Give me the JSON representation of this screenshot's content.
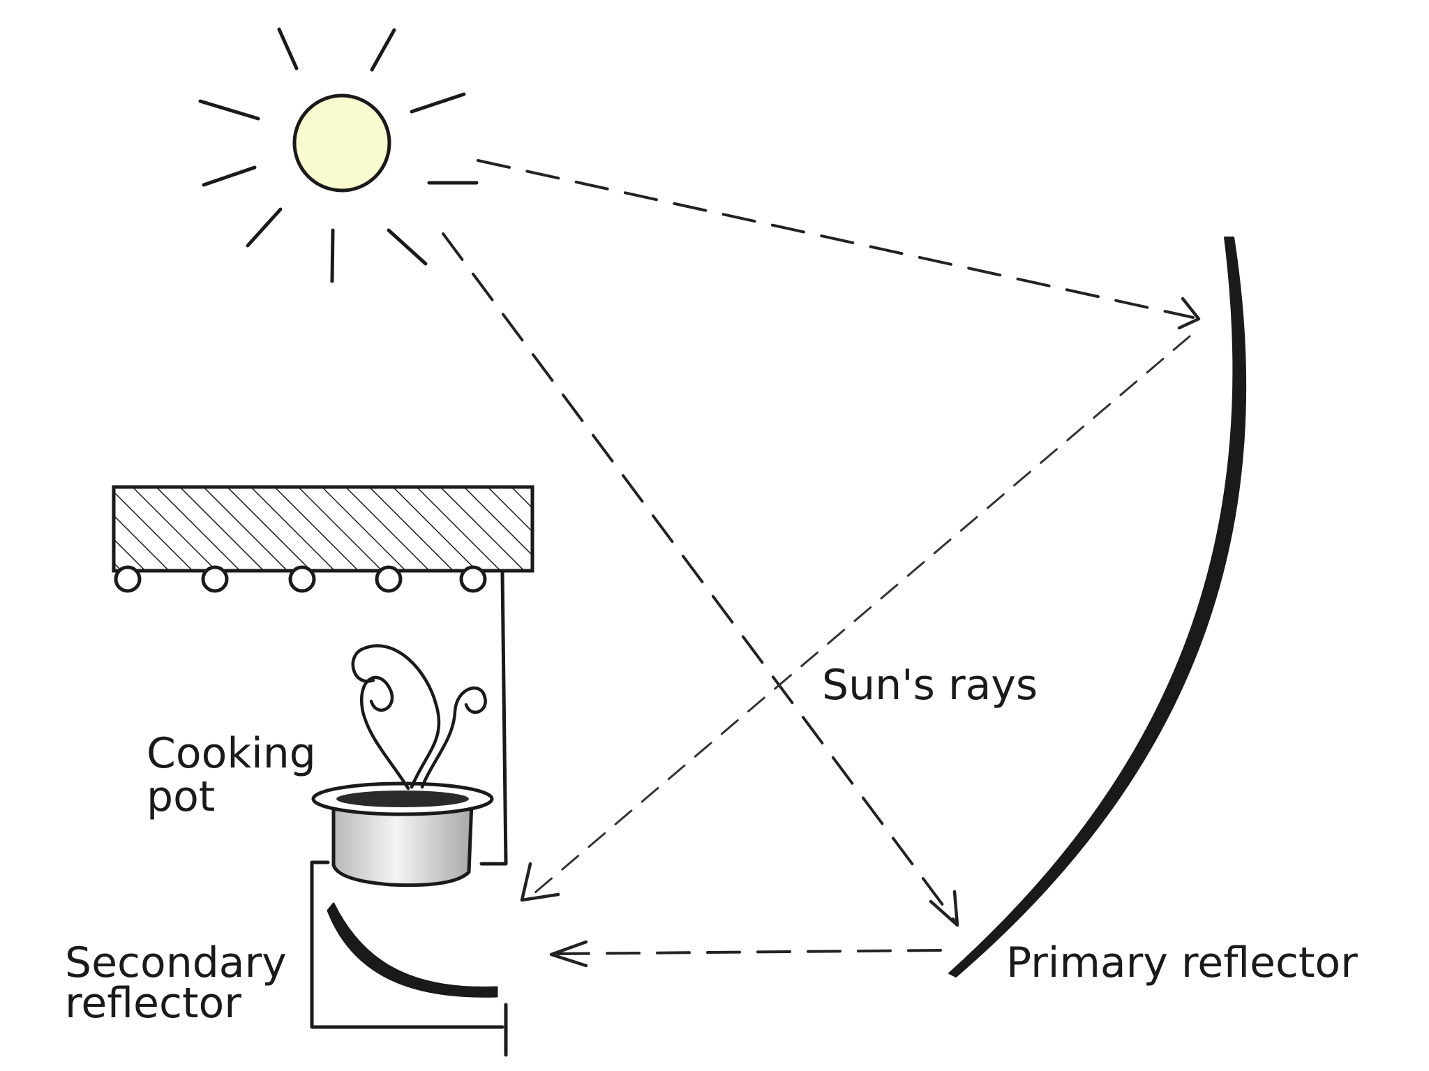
{
  "labels": {
    "sun_rays": "Sun's rays",
    "cooking_pot_line1": "Cooking",
    "cooking_pot_line2": "pot",
    "secondary_line1": "Secondary",
    "secondary_line2": "reflector",
    "primary": "Primary reflector"
  },
  "colors": {
    "sun_fill": "#fafad0",
    "ink": "#1a1a1a",
    "pot_body": "#d8d8d8"
  }
}
